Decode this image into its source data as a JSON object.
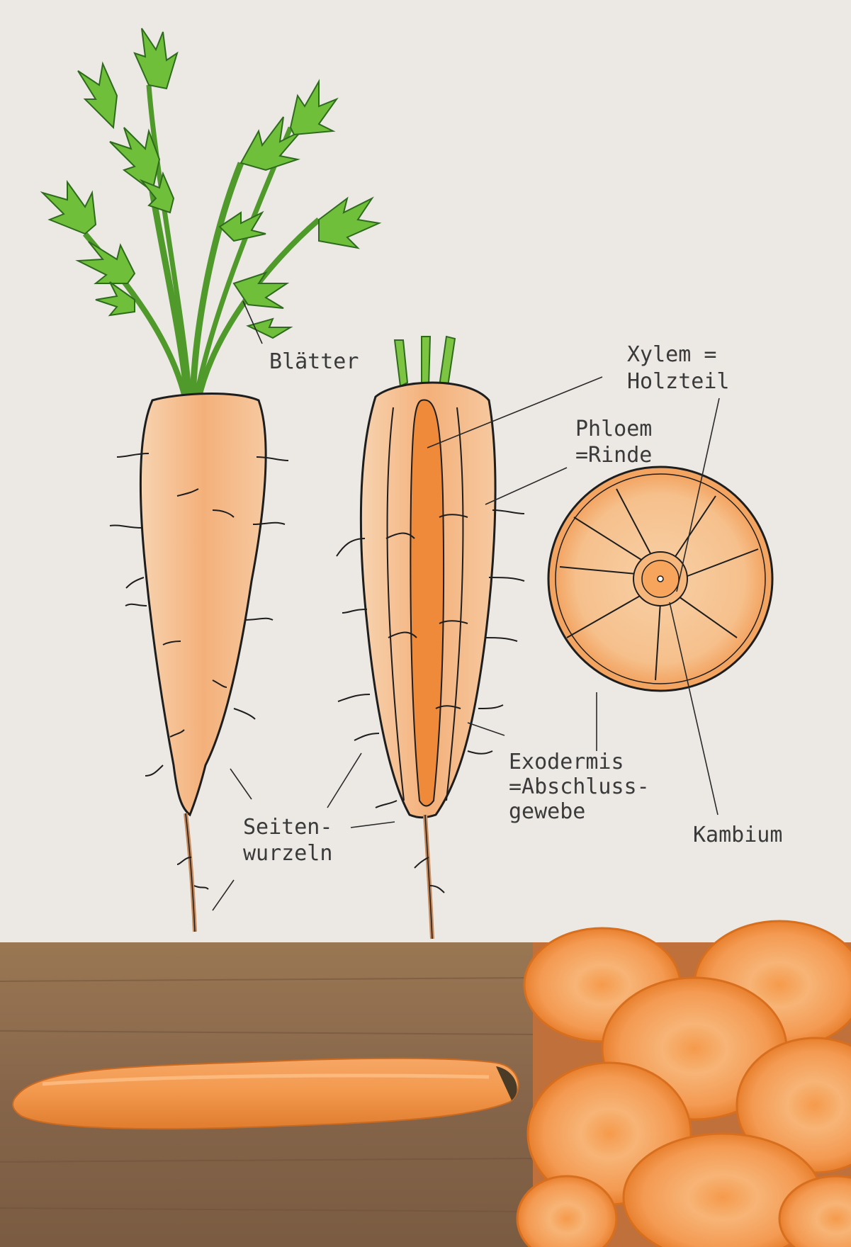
{
  "labels": {
    "blaetter": "Blätter",
    "xylem_line1": "Xylem =",
    "xylem_line2": "Holzteil",
    "phloem_line1": "Phloem",
    "phloem_line2": "=Rinde",
    "exodermis_line1": "Exodermis",
    "exodermis_line2": "=Abschluss-",
    "exodermis_line3": "gewebe",
    "kambium": "Kambium",
    "seiten_line1": "Seiten-",
    "seiten_line2": "wurzeln"
  },
  "colors": {
    "paper": "#ece9e4",
    "carrot_light": "#f6c9a0",
    "carrot_mid": "#f3a66b",
    "carrot_core": "#ef8a3a",
    "leaf_light": "#8fcf45",
    "leaf_dark": "#3f8f2a",
    "wood": "#8a6a4a",
    "outline": "#1e1e1e"
  },
  "icons": {
    "whole_carrot": "carrot-drawing",
    "halved_carrot": "carrot-longitudinal-section",
    "cross_section": "carrot-cross-section",
    "photo_left": "peeled-carrot-photo",
    "photo_right": "carrot-slices-photo"
  }
}
